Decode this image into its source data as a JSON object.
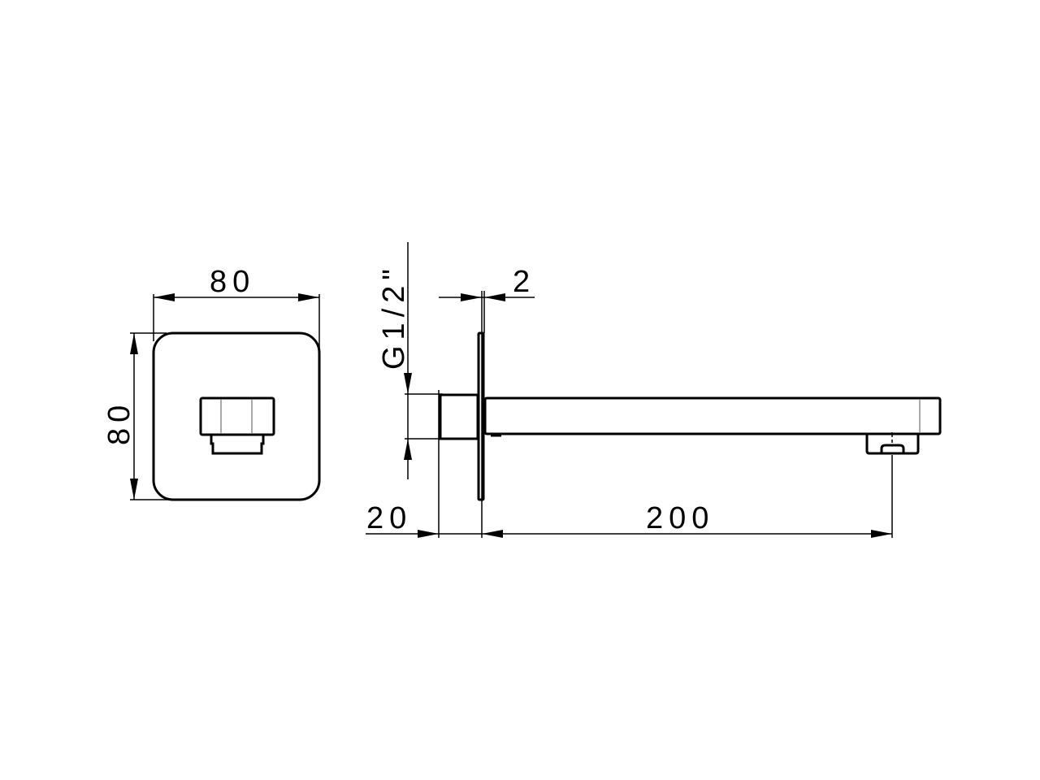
{
  "drawing": {
    "front_view": {
      "width_label": "80",
      "height_label": "80"
    },
    "side_view": {
      "thread_label": "G1/2\"",
      "plate_thickness_label": "2",
      "connector_depth_label": "20",
      "spout_length_label": "200"
    }
  }
}
